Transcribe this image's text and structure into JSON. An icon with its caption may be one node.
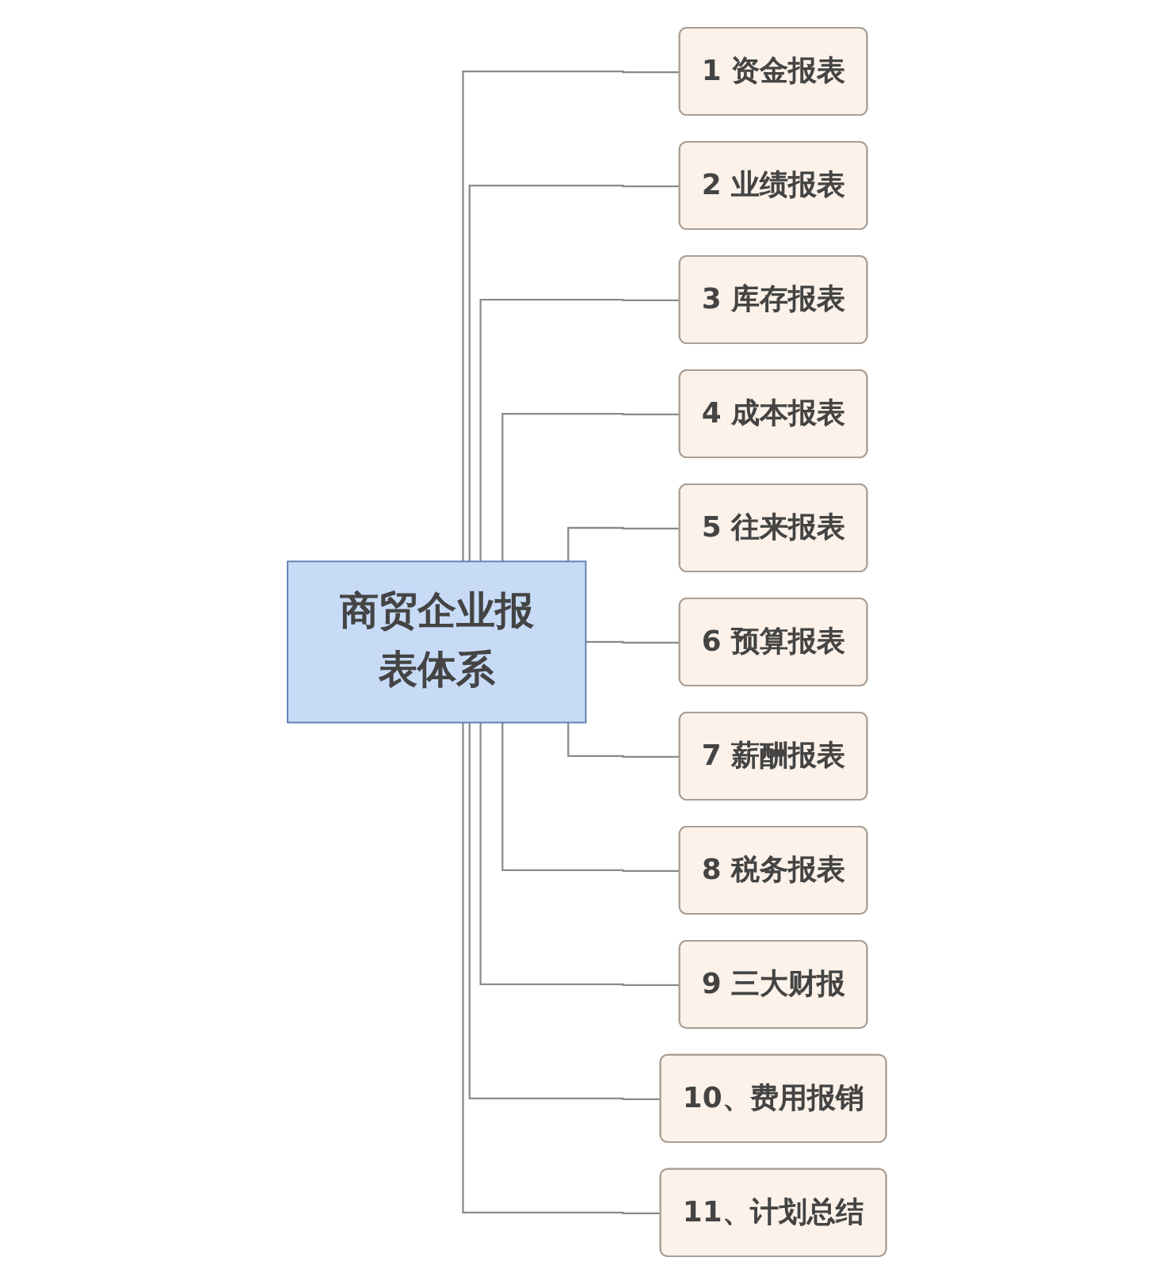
{
  "diagram": {
    "nodes": [
      {
        "text": [
          "商贸企业报表体系"
        ]
      },
      {
        "text": [
          "1",
          "资金报表"
        ]
      },
      {
        "text": [
          "2",
          "业绩报表"
        ]
      },
      {
        "text": [
          "3",
          "库存报表"
        ]
      },
      {
        "text": [
          "4",
          "成本报表"
        ]
      },
      {
        "text": [
          "5",
          "往来报表"
        ]
      },
      {
        "text": [
          "6",
          "预算报表"
        ]
      },
      {
        "text": [
          "7",
          "薪酬报表"
        ]
      },
      {
        "text": [
          "8",
          "税务报表"
        ]
      },
      {
        "text": [
          "9",
          "三大财报"
        ]
      },
      {
        "text": [
          "10、费用报销"
        ]
      },
      {
        "text": [
          "11、计划总结"
        ]
      }
    ],
    "edges": [
      {
        "from": 0,
        "to": 1,
        "arrow": "none"
      },
      {
        "from": 0,
        "to": 2,
        "arrow": "none"
      },
      {
        "from": 0,
        "to": 3,
        "arrow": "none"
      },
      {
        "from": 0,
        "to": 4,
        "arrow": "none"
      },
      {
        "from": 0,
        "to": 5,
        "arrow": "none"
      },
      {
        "from": 0,
        "to": 6,
        "arrow": "none"
      },
      {
        "from": 0,
        "to": 7,
        "arrow": "none"
      },
      {
        "from": 0,
        "to": 8,
        "arrow": "none"
      },
      {
        "from": 0,
        "to": 9,
        "arrow": "none"
      },
      {
        "from": 0,
        "to": 10,
        "arrow": "none"
      },
      {
        "from": 0,
        "to": 11,
        "arrow": "none"
      }
    ]
  }
}
